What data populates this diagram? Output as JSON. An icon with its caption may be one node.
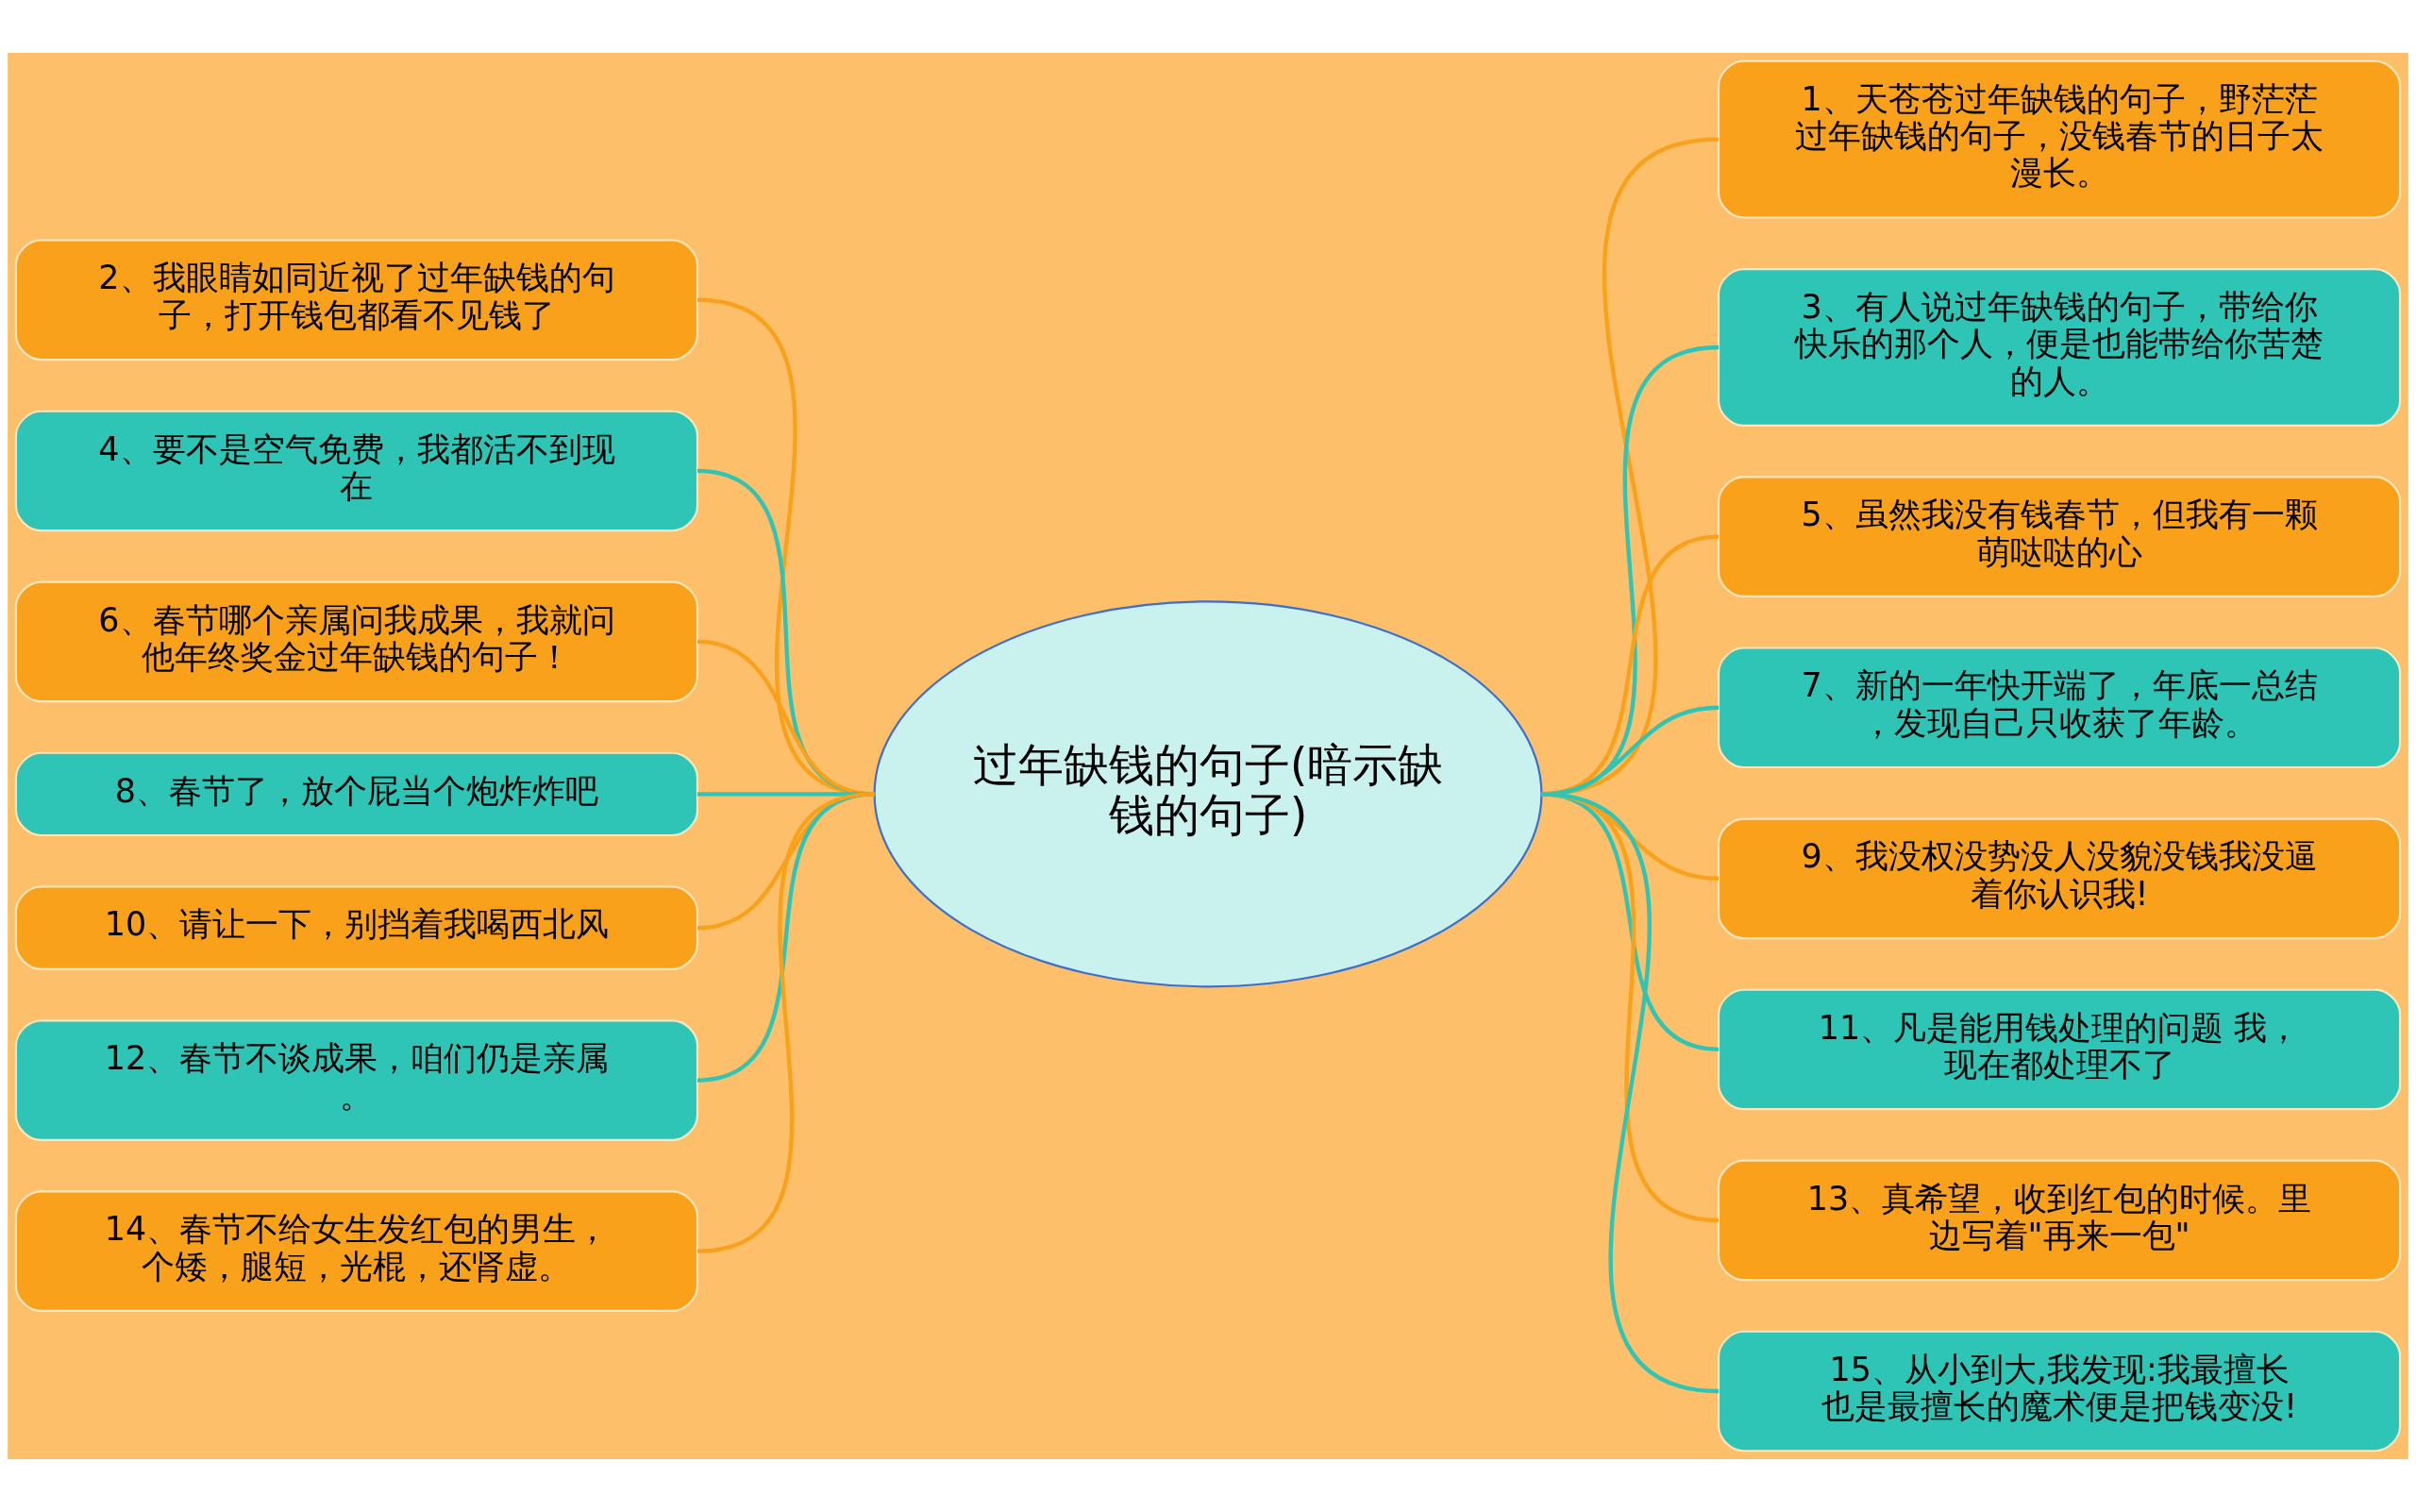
{
  "diagram": {
    "nodes": [
      {
        "text": [
          "过年缺钱的句子(暗示缺钱的句子)"
        ]
      },
      {
        "text": [
          "1、天苍苍过年缺钱的句子，野茫茫过年缺钱的句子，没钱春节的日子太漫长。"
        ]
      },
      {
        "text": [
          "2、我眼睛如同近视了过年缺钱的句子，打开钱包都看不见钱了"
        ]
      },
      {
        "text": [
          "3、有人说过年缺钱的句子，带给你快乐的那个人，便是也能带给你苦楚的人。"
        ]
      },
      {
        "text": [
          "4、要不是空气免费，我都活不到现在"
        ]
      },
      {
        "text": [
          "5、虽然我没有钱春节，但我有一颗萌哒哒的心"
        ]
      },
      {
        "text": [
          "6、春节哪个亲属问我成果，我就问他年终奖金过年缺钱的句子！"
        ]
      },
      {
        "text": [
          "7、新的一年快开端了，年底一总结，发现自己只收获了年龄。"
        ]
      },
      {
        "text": [
          "8、春节了，放个屁当个炮炸炸吧"
        ]
      },
      {
        "text": [
          "9、我没权没势没人没貌没钱我没逼着你认识我!"
        ]
      },
      {
        "text": [
          "10、请让一下，别挡着我喝西北风"
        ]
      },
      {
        "text": [
          "11、凡是能用钱处理的问题 我，现在都处理不了"
        ]
      },
      {
        "text": [
          "12、春节不谈成果，咱们仍是亲属。"
        ]
      },
      {
        "text": [
          "13、真希望，收到红包的时候。里边写着\"再来一包\""
        ]
      },
      {
        "text": [
          "14、春节不给女生发红包的男生，个矮，腿短，光棍，还肾虚。"
        ]
      },
      {
        "text": [
          "15、从小到大,我发现:我最擅长也是最擅长的魔术便是把钱变没!"
        ]
      }
    ],
    "edges": [
      {
        "from": 0,
        "to": 1,
        "arrow": "none"
      },
      {
        "from": 0,
        "to": 2,
        "arrow": "none"
      },
      {
        "from": 0,
        "to": 3,
        "arrow": "none",
        "color": "#2ec4b6"
      },
      {
        "from": 0,
        "to": 4,
        "arrow": "none",
        "color": "#2ec4b6"
      },
      {
        "from": 0,
        "to": 5,
        "arrow": "none"
      },
      {
        "from": 0,
        "to": 6,
        "arrow": "none"
      },
      {
        "from": 0,
        "to": 7,
        "arrow": "none",
        "color": "#2ec4b6"
      },
      {
        "from": 0,
        "to": 8,
        "arrow": "none",
        "color": "#2ec4b6"
      },
      {
        "from": 0,
        "to": 9,
        "arrow": "none"
      },
      {
        "from": 0,
        "to": 10,
        "arrow": "none"
      },
      {
        "from": 0,
        "to": 11,
        "arrow": "none",
        "color": "#2ec4b6"
      },
      {
        "from": 0,
        "to": 12,
        "arrow": "none",
        "color": "#2ec4b6"
      },
      {
        "from": 0,
        "to": 13,
        "arrow": "none"
      },
      {
        "from": 0,
        "to": 14,
        "arrow": "none"
      },
      {
        "from": 0,
        "to": 15,
        "arrow": "none",
        "color": "#2ec4b6"
      }
    ]
  }
}
